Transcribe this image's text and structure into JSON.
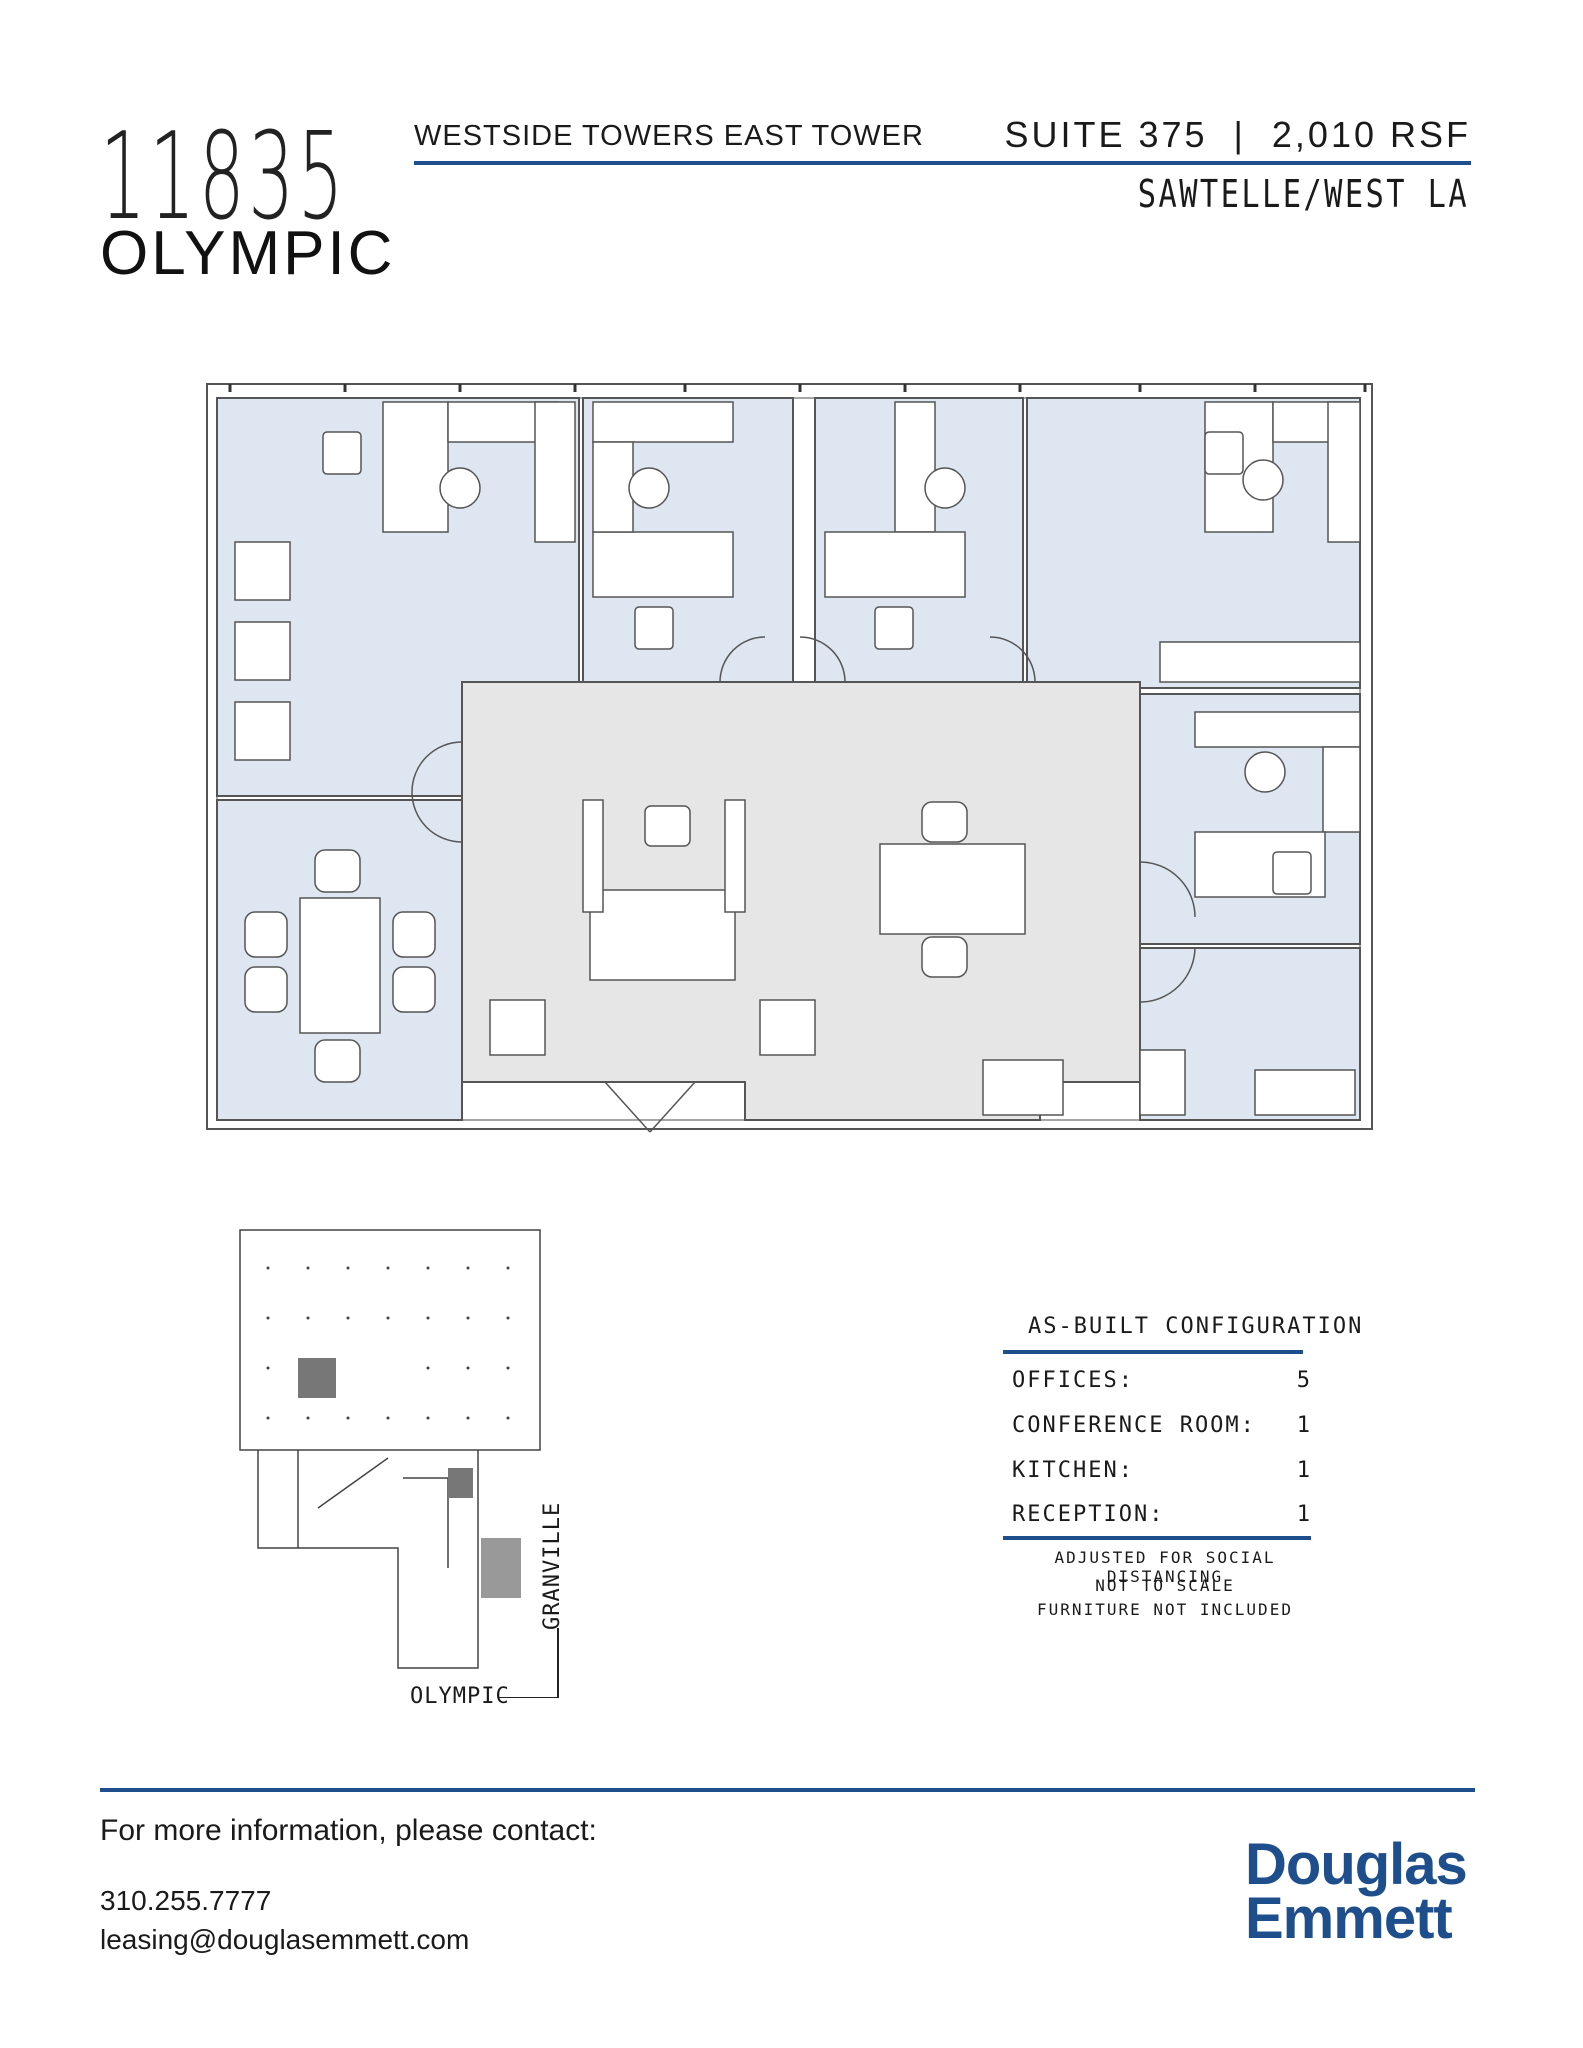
{
  "header": {
    "address_number": "11835",
    "address_street": "OLYMPIC",
    "building_name": "WESTSIDE TOWERS EAST TOWER",
    "suite_info": "SUITE 375  |  2,010 RSF",
    "area_name": "SAWTELLE/WEST LA"
  },
  "config": {
    "title": "AS-BUILT CONFIGURATION",
    "rows": [
      {
        "label": "OFFICES:",
        "value": "5"
      },
      {
        "label": "CONFERENCE ROOM:",
        "value": "1"
      },
      {
        "label": "KITCHEN:",
        "value": "1"
      },
      {
        "label": "RECEPTION:",
        "value": "1"
      }
    ],
    "notes": [
      "ADJUSTED FOR SOCIAL DISTANCING",
      "NOT TO SCALE",
      "FURNITURE NOT INCLUDED"
    ]
  },
  "site_plan": {
    "street_left": "OLYMPIC",
    "street_right": "GRANVILLE"
  },
  "footer": {
    "contact_heading": "For more information, please contact:",
    "phone": "310.255.7777",
    "email": "leasing@douglasemmett.com",
    "logo_line1": "Douglas",
    "logo_line2": "Emmett"
  },
  "colors": {
    "accent": "#1f4e8c",
    "office_fill": "#dde6f1",
    "common_fill": "#e6e6e6"
  }
}
